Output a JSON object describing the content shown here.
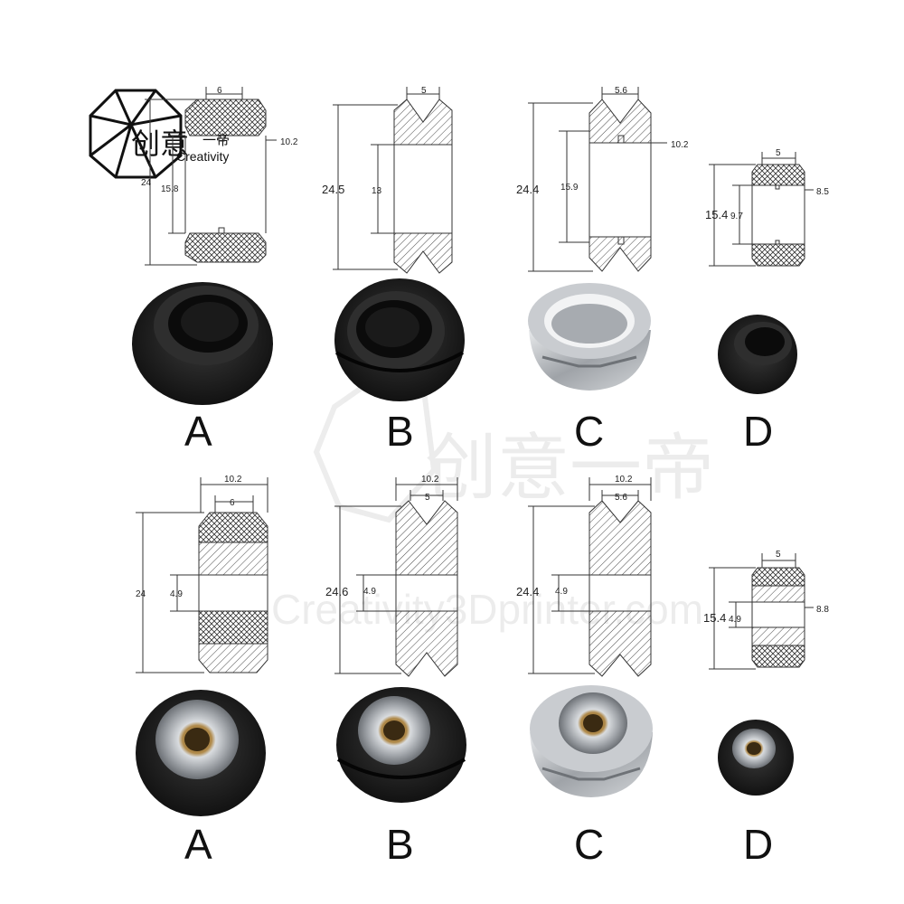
{
  "logo": {
    "cjk": "创意",
    "cjk2": "一帝",
    "word": "Creativity"
  },
  "watermark": {
    "cjk": "创意一帝",
    "line": "Creativity3Dprinter.com"
  },
  "letters": [
    "A",
    "B",
    "C",
    "D"
  ],
  "top": {
    "A": {
      "w": "6",
      "od": "24",
      "id": "15.8",
      "bore": "10.2"
    },
    "B": {
      "w": "5",
      "od": "24.5",
      "id": "13"
    },
    "C": {
      "w": "5.6",
      "od": "24.4",
      "id": "15.9",
      "bore": "10.2"
    },
    "D": {
      "w": "5",
      "od": "15.4",
      "id": "9.7",
      "bore": "8.5"
    }
  },
  "bottom": {
    "A": {
      "w_outer": "10.2",
      "w": "6",
      "od": "24",
      "id": "4.9"
    },
    "B": {
      "w_outer": "10.2",
      "w": "5",
      "od": "24.6",
      "id": "4.9"
    },
    "C": {
      "w_outer": "10.2",
      "w": "5.6",
      "od": "24.4",
      "id": "4.9"
    },
    "D": {
      "w": "5",
      "od": "15.4",
      "id": "4.9",
      "bore": "8.8"
    }
  },
  "colors": {
    "rubber": "#1c1c1c",
    "metal": "#b9bcc0",
    "bearing": "#8a8d92",
    "brass": "#8a6a3a"
  }
}
